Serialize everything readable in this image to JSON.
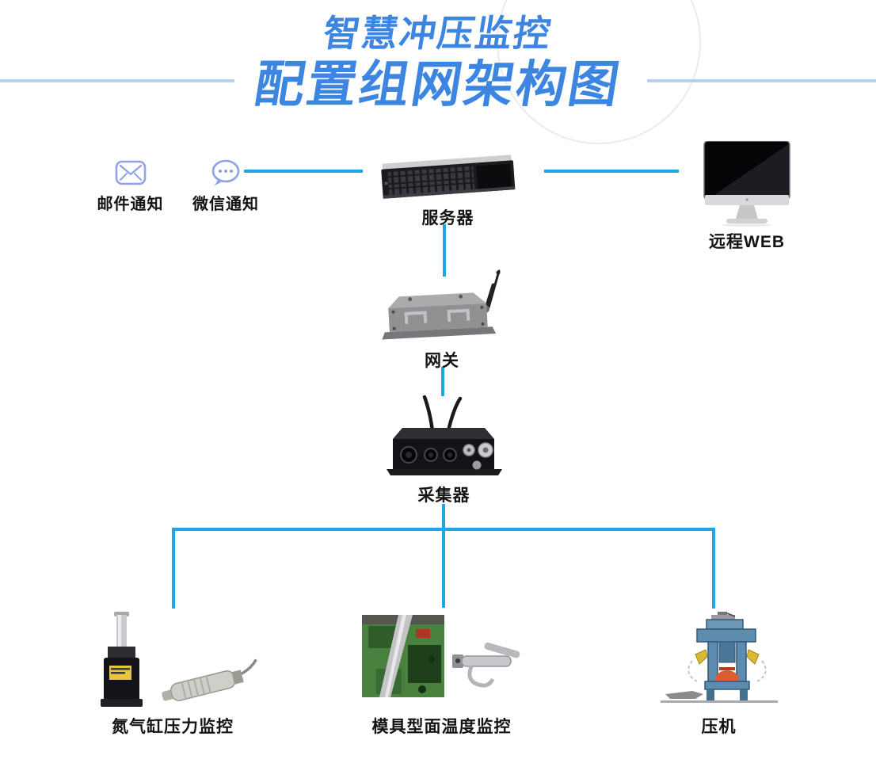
{
  "header": {
    "subtitle": "智慧冲压监控",
    "title": "配置组网架构图"
  },
  "nodes": {
    "email": {
      "label": "邮件通知",
      "icon": "envelope-icon"
    },
    "wechat": {
      "label": "微信通知",
      "icon": "wechat-chat-icon"
    },
    "server": {
      "label": "服务器"
    },
    "remote_web": {
      "label": "远程WEB"
    },
    "gateway": {
      "label": "网关"
    },
    "collector": {
      "label": "采集器"
    },
    "nitrogen": {
      "label": "氮气缸压力监控"
    },
    "mold": {
      "label": "模具型面温度监控"
    },
    "press": {
      "label": "压机"
    }
  },
  "colors": {
    "accent": "#3C86E2",
    "connector": "#1FA6E4",
    "divider": "#B9CFF1"
  }
}
